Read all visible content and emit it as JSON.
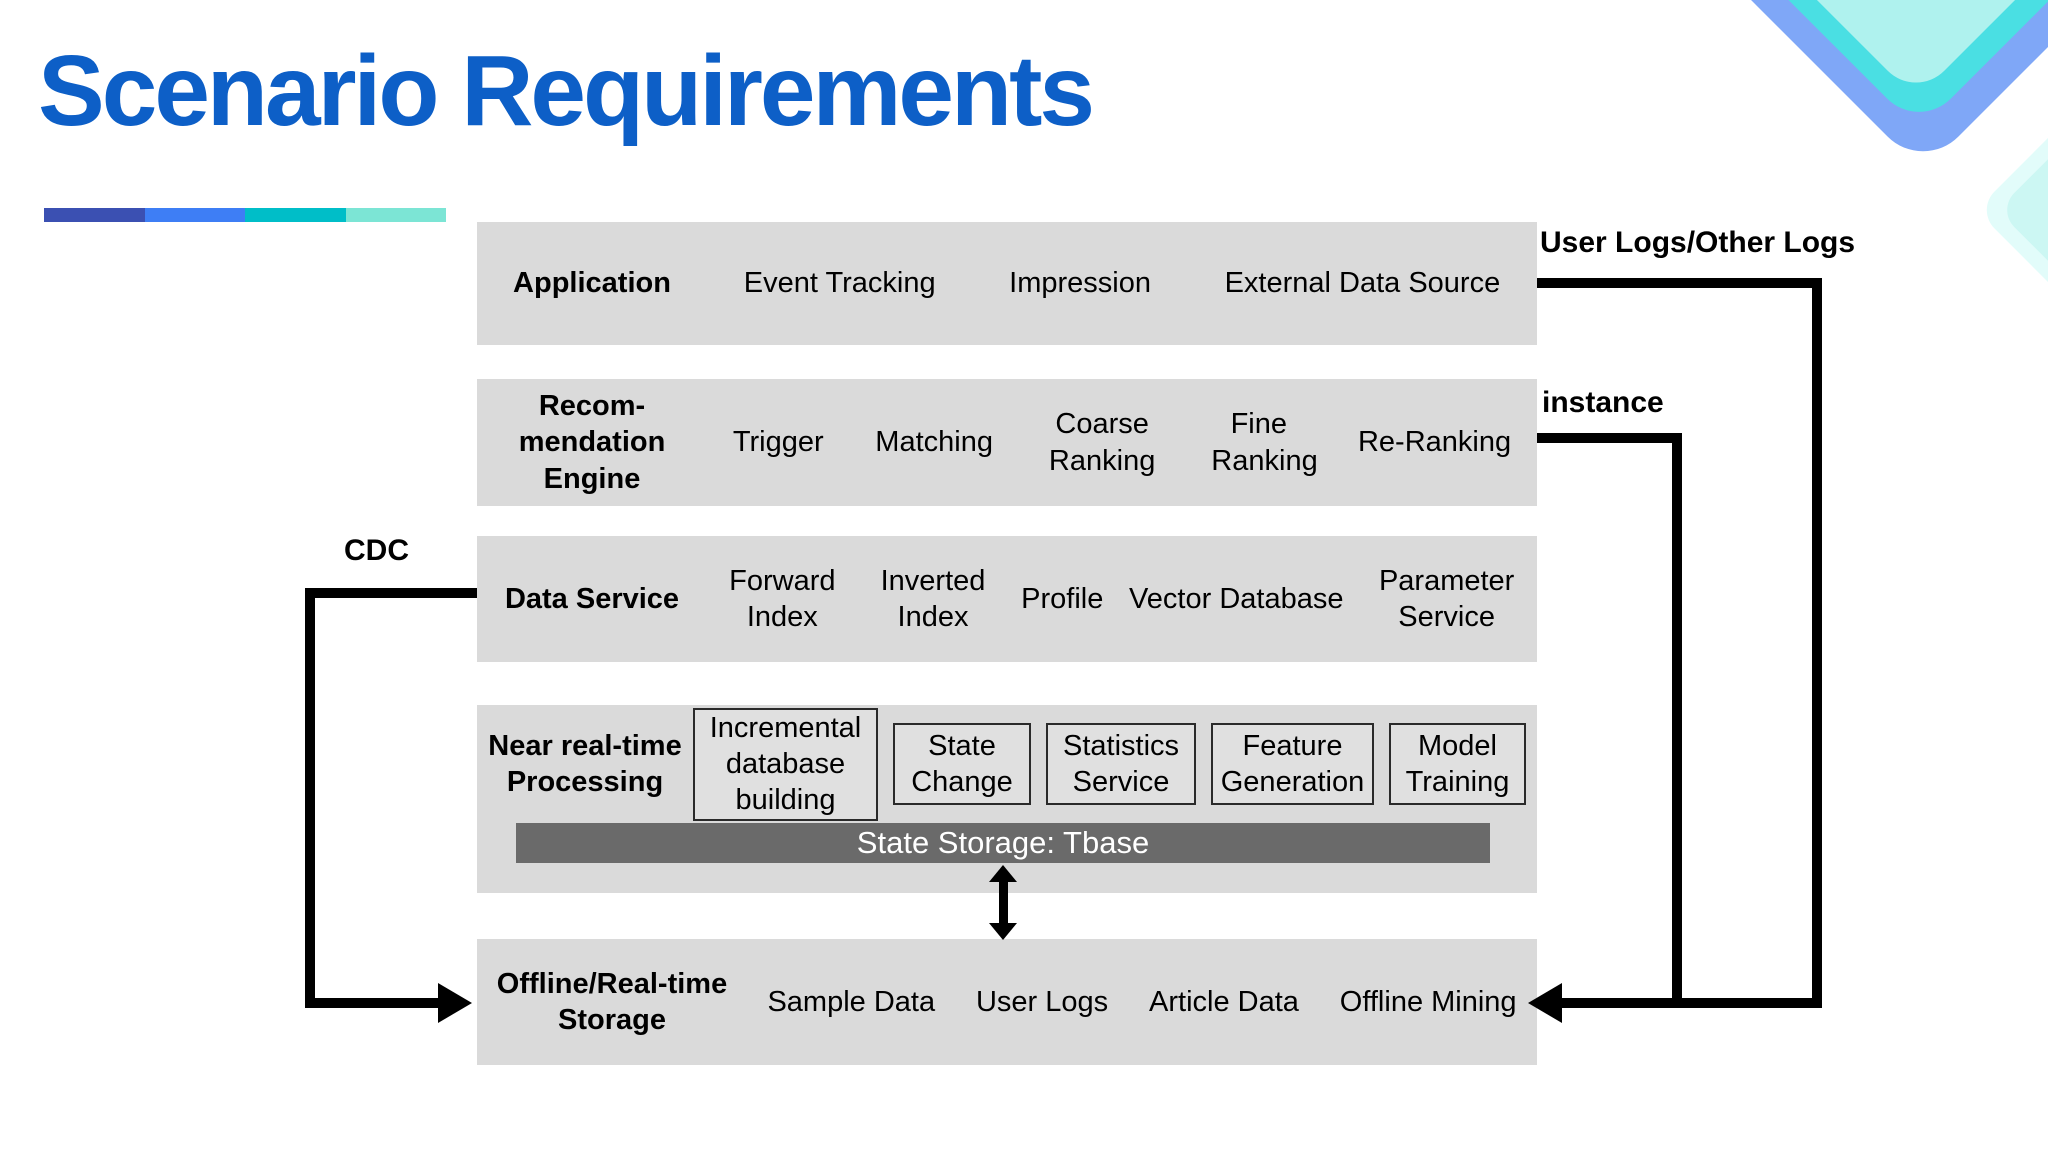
{
  "slide": {
    "title": "Scenario Requirements",
    "title_color": "#0d5fc7",
    "accent_colors": [
      "#3b50b2",
      "#3e7ef5",
      "#00bec8",
      "#7ce5d5"
    ],
    "decoration_colors": {
      "chevron_outer": "#7fa7f7",
      "chevron_middle": "#4adfe3",
      "chevron_inner": "#aff2ee",
      "corner_outer": "#e2fcfa",
      "corner_inner": "#ccf7f3"
    }
  },
  "diagram": {
    "colors": {
      "row_bg": "#dadada",
      "box_bg": "#e0e0e0",
      "box_border": "#2a2a2a",
      "storage_bar_bg": "#6a6a6a",
      "storage_bar_text": "#ffffff",
      "arrow": "#000000"
    },
    "annotations": {
      "user_logs": "User Logs/Other Logs",
      "instance": "instance",
      "cdc": "CDC"
    },
    "rows": [
      {
        "label": "Application",
        "items": [
          "Event Tracking",
          "Impression",
          "External Data Source"
        ]
      },
      {
        "label_lines": [
          "Recom-",
          "mendation",
          "Engine"
        ],
        "items": [
          "Trigger",
          "Matching",
          "Coarse Ranking",
          "Fine Ranking",
          "Re-Ranking"
        ]
      },
      {
        "label": "Data Service",
        "items": [
          "Forward Index",
          "Inverted Index",
          "Profile",
          "Vector Database",
          "Parameter Service"
        ]
      },
      {
        "label": "Near real-time Processing",
        "boxes": [
          "Incremental database building",
          "State Change",
          "Statistics Service",
          "Feature Generation",
          "Model Training"
        ],
        "storage_bar": "State Storage: Tbase"
      },
      {
        "label": "Offline/Real-time Storage",
        "items": [
          "Sample Data",
          "User Logs",
          "Article Data",
          "Offline Mining"
        ]
      }
    ]
  }
}
